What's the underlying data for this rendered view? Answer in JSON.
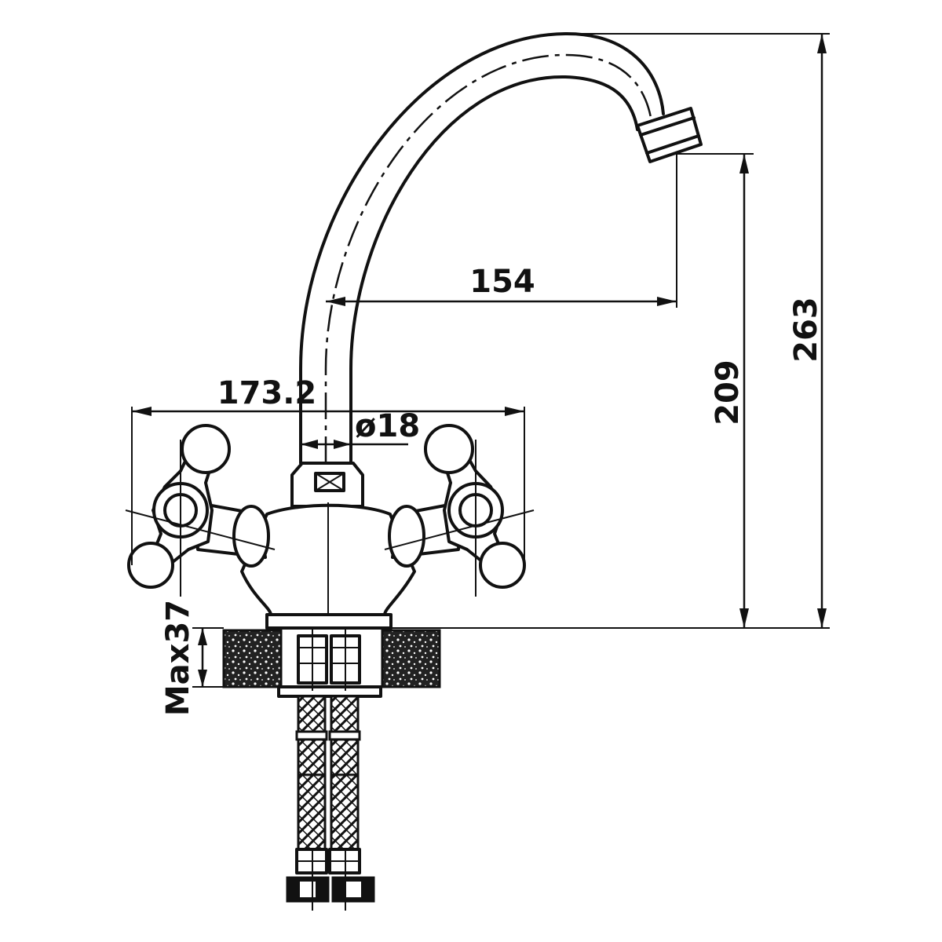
{
  "dimensions": {
    "reach": "154",
    "total_height": "263",
    "spout_height": "209",
    "handle_span": "173.2",
    "pipe_diameter": "ø18",
    "max_counter_thickness": "Max37"
  },
  "colors": {
    "line": "#111111",
    "background": "#ffffff"
  }
}
